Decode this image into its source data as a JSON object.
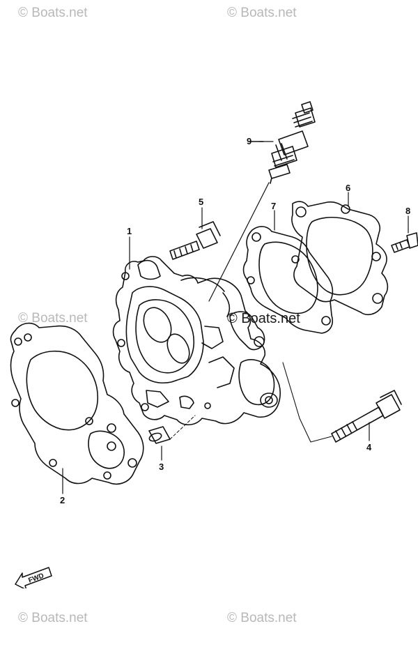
{
  "watermarks": {
    "top_left": "© Boats.net",
    "top_right": "© Boats.net",
    "mid_left": "© Boats.net",
    "center": "© Boats.net",
    "bottom_left": "© Boats.net",
    "bottom_right": "© Boats.net"
  },
  "callouts": {
    "c1": "1",
    "c2": "2",
    "c3": "3",
    "c4": "4",
    "c5": "5",
    "c6": "6",
    "c7": "7",
    "c8": "8",
    "c9": "9"
  },
  "fwd_label": "FWD",
  "colors": {
    "line": "#111111",
    "watermark": "#b8b8b8"
  }
}
